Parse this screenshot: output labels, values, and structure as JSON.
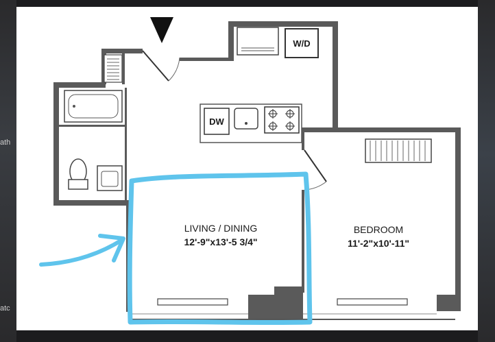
{
  "floorplan": {
    "living_room": {
      "name": "LIVING / DINING",
      "dimensions": "12'-9\"x13'-5 3/4\""
    },
    "bedroom": {
      "name": "BEDROOM",
      "dimensions": "11'-2\"x10'-11\""
    },
    "appliances": {
      "dishwasher": "DW",
      "washer_dryer": "W/D"
    },
    "highlight_color": "#5fc4ec",
    "wall_color": "#5a5a5a"
  },
  "background_fragments": {
    "left_top": "ath",
    "left_bottom": "atc"
  }
}
